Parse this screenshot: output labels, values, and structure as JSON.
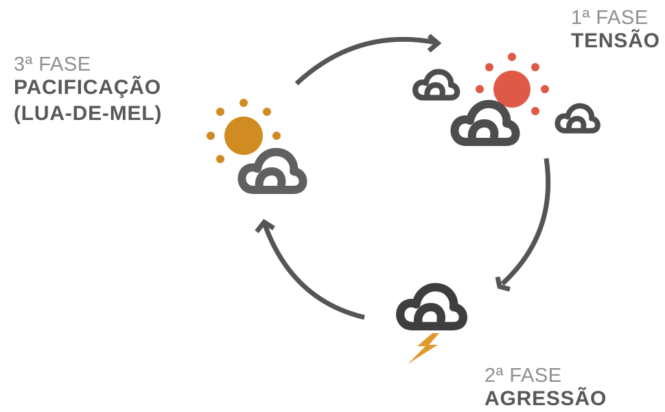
{
  "phases": [
    {
      "number_label": "1ª FASE",
      "name_lines": [
        "TENSÃO"
      ],
      "icon": "sun-behind-clouds",
      "accent_color": "#de5a46"
    },
    {
      "number_label": "2ª FASE",
      "name_lines": [
        "AGRESSÃO"
      ],
      "icon": "storm-cloud-lightning",
      "accent_color": "#e09a2c"
    },
    {
      "number_label": "3ª FASE",
      "name_lines": [
        "PACIFICAÇÃO",
        "(LUA-DE-MEL)"
      ],
      "icon": "sun-with-cloud",
      "accent_color": "#d08b22"
    }
  ],
  "colors": {
    "arrow": "#555555",
    "cloud_light": "#606060",
    "cloud_dark": "#3e3e3e",
    "phase_text": "#8f8f8f",
    "name_text": "#585858"
  }
}
